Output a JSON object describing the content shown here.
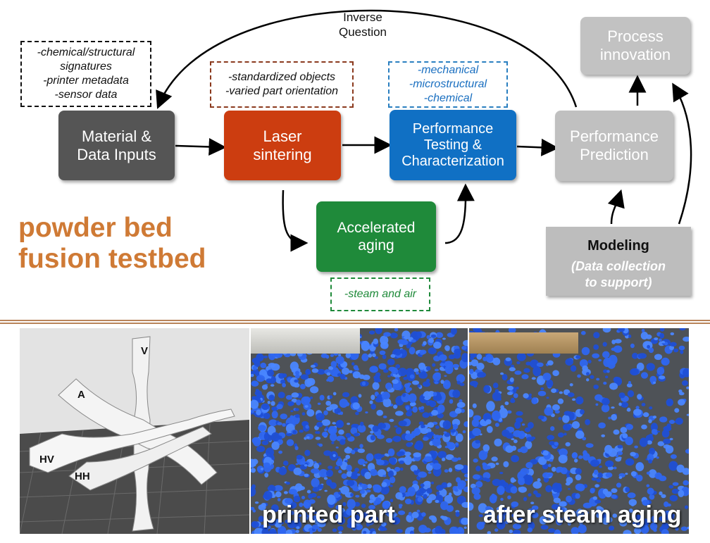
{
  "diagram": {
    "inverse_question": "Inverse\nQuestion",
    "testbed_title": "powder bed\nfusion testbed",
    "boxes": {
      "material": "Material &\nData Inputs",
      "laser": "Laser\nsintering",
      "performance_testing": "Performance\nTesting &\nCharacterization",
      "performance_prediction": "Performance\nPrediction",
      "process_innovation": "Process\ninnovation",
      "accelerated_aging": "Accelerated\naging",
      "modeling_title": "Modeling",
      "modeling_sub": "(Data collection\nto support)"
    },
    "notes": {
      "inputs": "-chemical/structural\nsignatures\n-printer metadata\n-sensor data",
      "laser": "-standardized objects\n-varied part orientation",
      "testing": "-mechanical\n-microstructural\n-chemical",
      "aging": "-steam and air"
    },
    "colors": {
      "material": "#555555",
      "laser": "#cc3d10",
      "testing": "#1070c4",
      "aging": "#1f8a3a",
      "prediction": "#c0c0c0",
      "modeling": "#bdbdbd",
      "title": "#cf7a35",
      "divider": "#b8845a"
    }
  },
  "photos": {
    "model_labels": {
      "v": "V",
      "a": "A",
      "hv": "HV",
      "hh": "HH"
    },
    "printed_label": "printed part",
    "aged_label": "after steam aging"
  }
}
